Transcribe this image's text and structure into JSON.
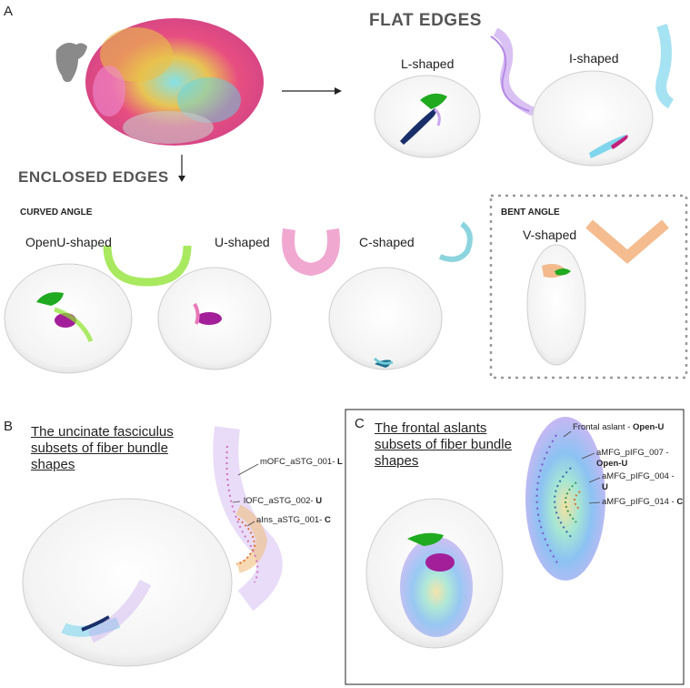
{
  "panel_a": {
    "letter": "A",
    "flat_edges_title": "FLAT EDGES",
    "enclosed_edges_title": "ENCLOSED EDGES",
    "flat": {
      "l_shaped": "L-shaped",
      "i_shaped": "I-shaped"
    },
    "curved_angle_title": "CURVED ANGLE",
    "bent_angle_title": "BENT ANGLE",
    "curved": {
      "openu_shaped": "OpenU-shaped",
      "u_shaped": "U-shaped",
      "c_shaped": "C-shaped"
    },
    "bent": {
      "v_shaped": "V-shaped"
    }
  },
  "panel_b": {
    "letter": "B",
    "title_line1": "The uncinate fasciculus",
    "title_line2": "subsets of fiber bundle",
    "title_line3": "shapes",
    "annotations": [
      {
        "name": "mOFC_aSTG_001- ",
        "shape": "L"
      },
      {
        "name": "lOFC_aSTG_002- ",
        "shape": "U"
      },
      {
        "name": "aIns_aSTG_001- ",
        "shape": "C"
      }
    ]
  },
  "panel_c": {
    "letter": "C",
    "title_line1": "The frontal aslants",
    "title_line2": "subsets of fiber bundle",
    "title_line3": "shapes",
    "annotations": [
      {
        "name": "Frontal aslant - ",
        "shape": "Open-U"
      },
      {
        "name": "aMFG_pIFG_007 - ",
        "shape": "Open-U"
      },
      {
        "name": "aMFG_pIFG_004 - ",
        "shape": "U"
      },
      {
        "name": "aMFG_pIFG_014 - ",
        "shape": "C"
      }
    ]
  },
  "colors": {
    "lilac": "#c9a7ee",
    "cyan": "#7fd6ec",
    "lime": "#8be22a",
    "pink": "#e879b8",
    "teal": "#6fc9d6",
    "orange": "#f0a060",
    "green_roi": "#1faa1f",
    "magenta_roi": "#a31f9a",
    "navy_roi": "#1a2f6a",
    "brain_gray": "#d8d8d8"
  }
}
